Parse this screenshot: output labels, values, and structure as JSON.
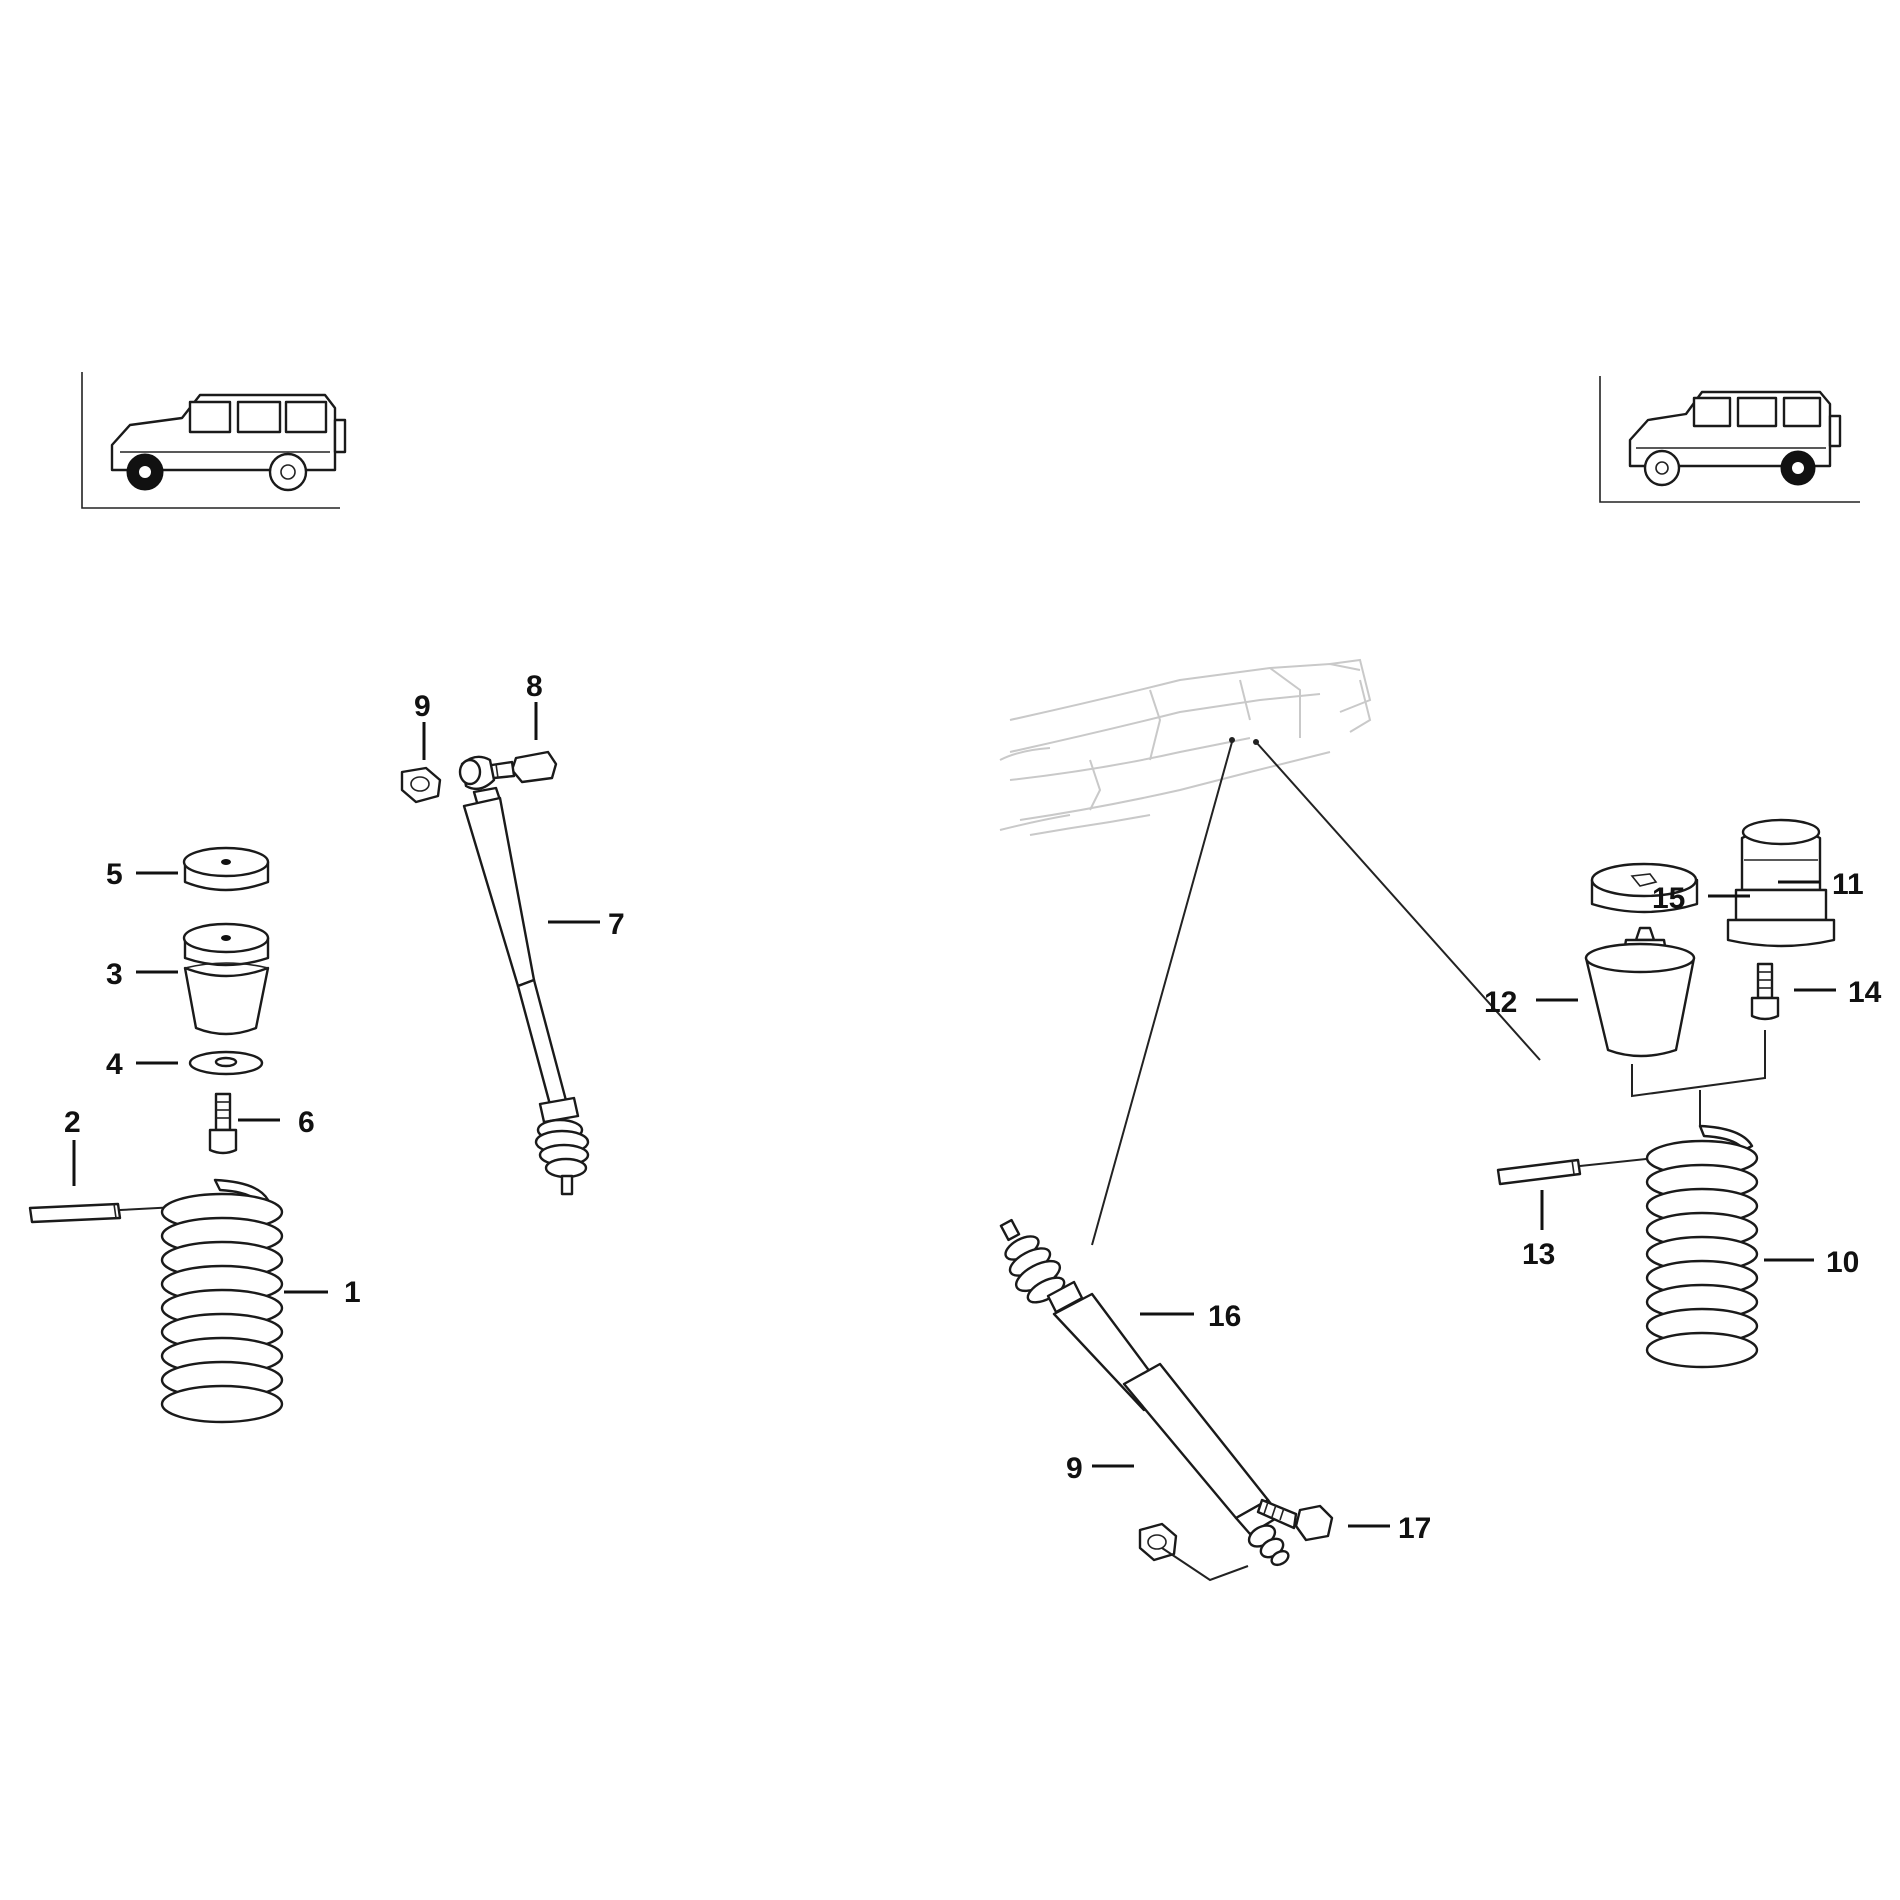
{
  "labels": {
    "l1": "1",
    "l2": "2",
    "l3": "3",
    "l4": "4",
    "l5": "5",
    "l6": "6",
    "l7": "7",
    "l8": "8",
    "l9a": "9",
    "l9b": "9",
    "l10": "10",
    "l11": "11",
    "l12": "12",
    "l13": "13",
    "l14": "14",
    "l15": "15",
    "l16": "16",
    "l17": "17"
  }
}
